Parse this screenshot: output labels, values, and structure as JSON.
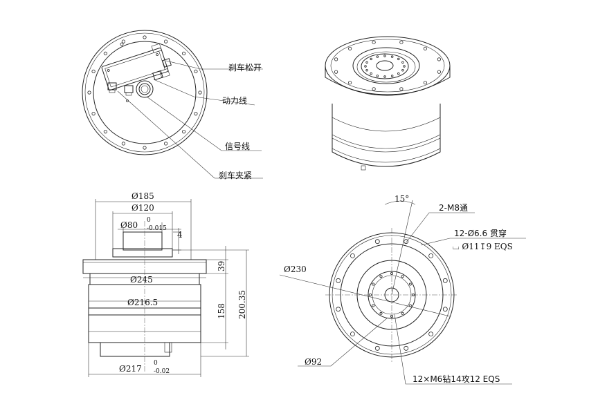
{
  "labels": {
    "brake_release": "刹车松开",
    "power_line": "动力线",
    "signal_line": "信号线",
    "brake_clamp": "刹车夹紧"
  },
  "dims_side": {
    "d185": "Ø185",
    "d120": "Ø120",
    "d80": "Ø80",
    "tol80_up": "0",
    "tol80_lo": "-0.015",
    "h4": "4",
    "d245": "Ø245",
    "h39": "39",
    "d216": "Ø216.5",
    "h158": "158",
    "h200": "200.35",
    "d217": "Ø217",
    "tol217_up": "0",
    "tol217_lo": "-0.02"
  },
  "dims_bottom": {
    "angle": "15°",
    "m8": "2-M8通",
    "holes66": "12-Ø6.6 贯穿",
    "cbore": "⌴ Ø11↧9 EQS",
    "d230": "Ø230",
    "d92": "Ø92",
    "m6": "12×M6钻14攻12 EQS"
  }
}
